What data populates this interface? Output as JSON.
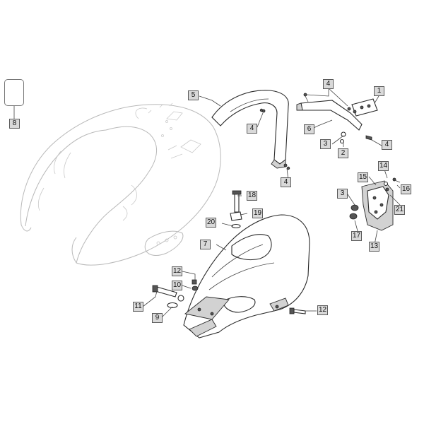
{
  "diagram": {
    "labels": {
      "l1": "1",
      "l2": "2",
      "l3a": "3",
      "l3b": "3",
      "l4a": "4",
      "l4b": "4",
      "l4c": "4",
      "l4d": "4",
      "l5": "5",
      "l6": "6",
      "l7": "7",
      "l8": "8",
      "l9": "9",
      "l10": "10",
      "l11": "11",
      "l12a": "12",
      "l12b": "12",
      "l13": "13",
      "l14": "14",
      "l15": "15",
      "l16": "16",
      "l17": "17",
      "l18": "18",
      "l19": "19",
      "l20": "20",
      "l21": "21"
    }
  }
}
